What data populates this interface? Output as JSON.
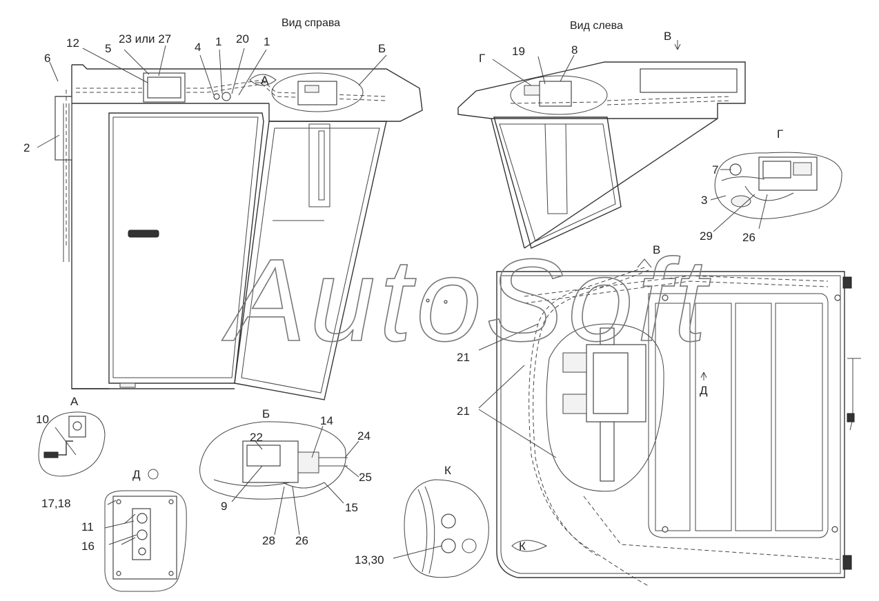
{
  "views": {
    "right": "Вид справа",
    "left": "Вид слева"
  },
  "watermark": "AutoSoft",
  "callouts": {
    "A": "А",
    "B": "Б",
    "V": "В",
    "G": "Г",
    "D": "Д",
    "K": "К"
  },
  "labels": {
    "n1a": "1",
    "n1b": "1",
    "n2": "2",
    "n3": "3",
    "n4": "4",
    "n5": "5",
    "n6": "6",
    "n7": "7",
    "n8": "8",
    "n9": "9",
    "n10": "10",
    "n11": "11",
    "n12": "12",
    "n13_30": "13,30",
    "n14": "14",
    "n15": "15",
    "n16": "16",
    "n17_18": "17,18",
    "n19": "19",
    "n20": "20",
    "n21a": "21",
    "n21b": "21",
    "n22": "22",
    "n23_27": "23 или 27",
    "n24": "24",
    "n25": "25",
    "n26a": "26",
    "n26b": "26",
    "n28": "28",
    "n29": "29"
  }
}
